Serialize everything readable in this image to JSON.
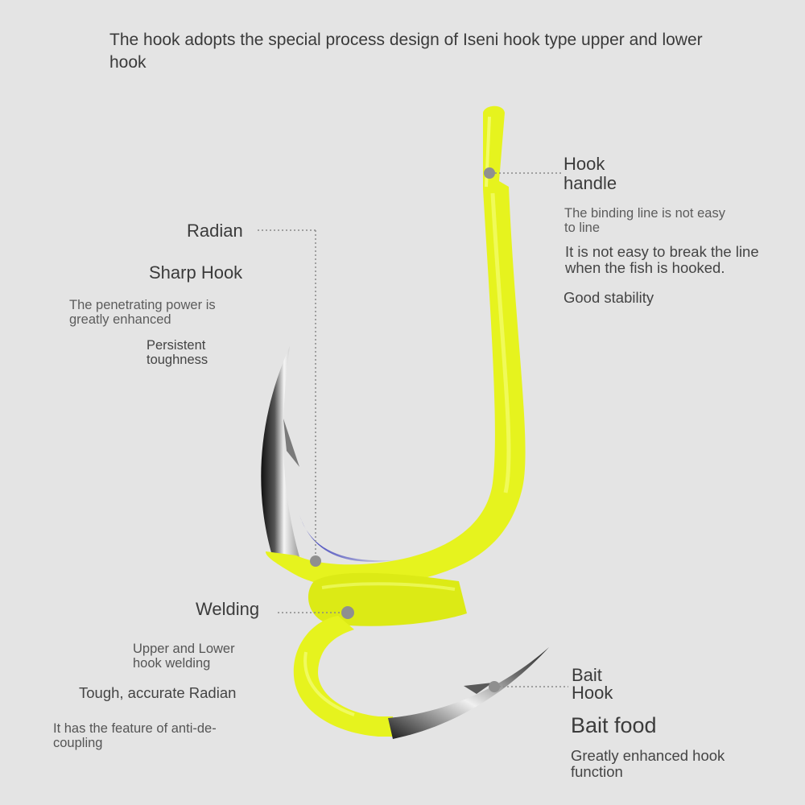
{
  "title": "The hook adopts the special process design of Iseni hook type upper and lower hook",
  "callouts": {
    "hook_handle": {
      "label": "Hook handle",
      "note_1": "The binding line is not easy to line",
      "note_2": "It is not easy to break the line when the fish is hooked.",
      "note_3": "Good stability"
    },
    "radian": {
      "label": "Radian",
      "sub_label": "Sharp Hook",
      "note_1": "The penetrating power is greatly enhanced",
      "note_2": "Persistent toughness"
    },
    "welding": {
      "label": "Welding",
      "note_1": "Upper and Lower hook welding",
      "note_2": "Tough, accurate Radian",
      "note_3": "It has the feature of anti-de-coupling"
    },
    "bait_hook": {
      "label": "Bait Hook",
      "sub_label": "Bait food",
      "note_1": "Greatly enhanced hook function"
    }
  },
  "colors": {
    "background": "#e4e4e4",
    "hook_fluorescent": "#e6f31e",
    "steel_dark": "#1a1a1a",
    "steel_light": "#f2f2f2",
    "leader_line": "#8a8a8a",
    "accent_blue": "#2b2fb8"
  }
}
